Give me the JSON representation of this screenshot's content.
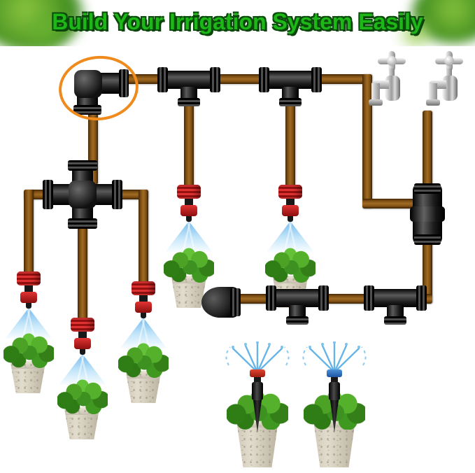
{
  "banner": {
    "title": "Build Your Irrigation System Easily",
    "title_color": "#1db717",
    "title_outline_color": "#0a4a0a"
  },
  "colors": {
    "background": "#ffffff",
    "pipe_brown": "#7d4d13",
    "fitting_black": "#1a1a1a",
    "dripper_red": "#d42a2a",
    "spray_blue": "#6cb7eb",
    "highlight_orange": "#ef8b1c",
    "faucet_silver": "#c9c9c9",
    "foliage_green": "#4ba224",
    "pot_gray": "#cfc8b8",
    "sprinkler_cap_red": "#cc2f22",
    "sprinkler_cap_blue": "#2b6fc2"
  },
  "diagram": {
    "highlighted_component": "elbow-connector",
    "components": [
      {
        "name": "elbow-connector",
        "kind": "90-degree-elbow-fitting-icon",
        "highlighted": true
      },
      {
        "name": "tee-connector-top-1",
        "kind": "tee-fitting-icon"
      },
      {
        "name": "tee-connector-top-2",
        "kind": "tee-fitting-icon"
      },
      {
        "name": "cross-connector",
        "kind": "four-way-cross-fitting-icon"
      },
      {
        "name": "straight-coupling",
        "kind": "coupling-fitting-icon"
      },
      {
        "name": "end-plug",
        "kind": "end-cap-icon"
      },
      {
        "name": "tee-connector-bottom-1",
        "kind": "tee-fitting-icon"
      },
      {
        "name": "tee-connector-bottom-2",
        "kind": "tee-fitting-icon"
      },
      {
        "name": "faucet-1",
        "kind": "garden-tap-icon"
      },
      {
        "name": "faucet-2",
        "kind": "garden-tap-icon"
      },
      {
        "name": "drippers",
        "kind": "red-adjustable-dripper-icon",
        "count": 5
      },
      {
        "name": "stake-sprinklers",
        "kind": "adjustable-stake-sprinkler-icon",
        "count": 2
      },
      {
        "name": "potted-plants",
        "kind": "potted-plant-icon",
        "count": 7
      }
    ]
  }
}
